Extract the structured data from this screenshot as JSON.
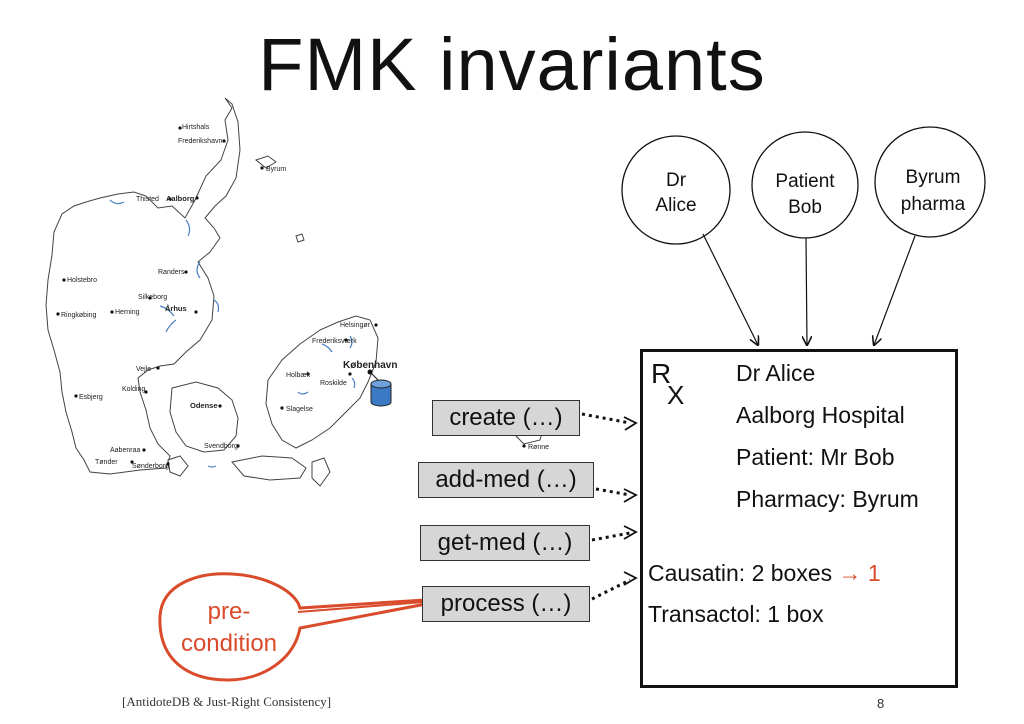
{
  "slide": {
    "title": "FMK invariants",
    "citation": "[AntidoteDB & Just-Right Consistency]",
    "page_number": "8"
  },
  "map": {
    "cities": [
      "Hirtshals",
      "Frederikshavn",
      "Byrum",
      "Thisted",
      "Aalborg",
      "Randers",
      "Holstebro",
      "Silkeborg",
      "Herning",
      "Århus",
      "Ringkøbing",
      "Vejle",
      "Kolding",
      "Esbjerg",
      "Odense",
      "Aabenraa",
      "Tønder",
      "Sønderborg",
      "Svendborg",
      "Helsingør",
      "Frederiksværk",
      "København",
      "Holbæk",
      "Roskilde",
      "Slagelse",
      "Rønne"
    ],
    "database_icon": "database-icon"
  },
  "actors": {
    "dr": [
      "Dr",
      "Alice"
    ],
    "patient": [
      "Patient",
      "Bob"
    ],
    "pharma": [
      "Byrum",
      "pharma"
    ]
  },
  "operations": {
    "create": "create (…)",
    "add_med": "add-med (…)",
    "get_med": "get-med (…)",
    "process": "process (…)"
  },
  "prescription": {
    "symbol_r": "R",
    "symbol_x": "X",
    "doctor": "Dr Alice",
    "hospital": "Aalborg Hospital",
    "patient": "Patient: Mr Bob",
    "pharmacy": "Pharmacy: Byrum",
    "med1_name": "Causatin: ",
    "med1_old": "2 boxes",
    "med1_arrow": " → 1",
    "med2": "Transactol: 1 box"
  },
  "annotation": {
    "line1": "pre-",
    "line2": "condition"
  },
  "colors": {
    "accent_red": "#d94b2b",
    "op_fill": "#d6d6d6",
    "db_blue": "#3b79c4"
  }
}
